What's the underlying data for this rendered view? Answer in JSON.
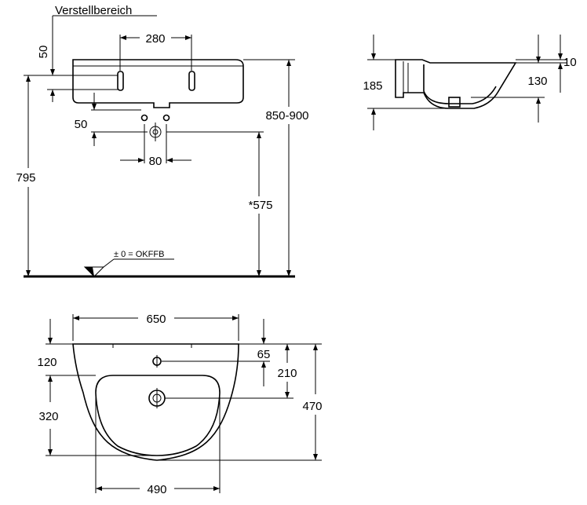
{
  "labels": {
    "adjust_range": "Verstellbereich",
    "floor_ref": "± 0 = OKFFB"
  },
  "dimensions": {
    "adjust": "50",
    "rail_spacing": "280",
    "drain_offset": "50",
    "drain_spacing": "80",
    "bracket_height": "795",
    "total_height": "850-900",
    "drain_height": "*575",
    "side_depth": "185",
    "side_top": "10",
    "side_bowl": "130",
    "width": "650",
    "inner_width": "490",
    "top_margin": "120",
    "tap_hole": "65",
    "tap_to_drain": "210",
    "bowl_depth": "320",
    "overall_depth": "470"
  }
}
